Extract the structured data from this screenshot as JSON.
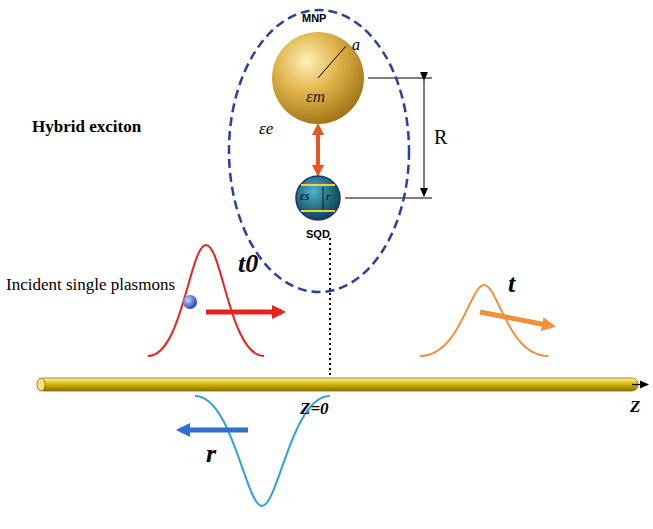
{
  "diagram": {
    "nodes": [
      {
        "text": [
          "Hybrid exciton",
          "εe"
        ]
      },
      {
        "text": [
          "MNP",
          "a",
          "εm"
        ],
        "in": 0
      },
      {
        "text": [
          "SQD",
          "r",
          "εs"
        ],
        "in": 0
      }
    ],
    "edges": [
      {
        "from": 1,
        "to": 2,
        "arrow": "both"
      }
    ],
    "labels": [
      "R",
      "Incident single plasmons",
      "t0",
      "t",
      "r",
      "Z=0",
      "Z"
    ]
  }
}
